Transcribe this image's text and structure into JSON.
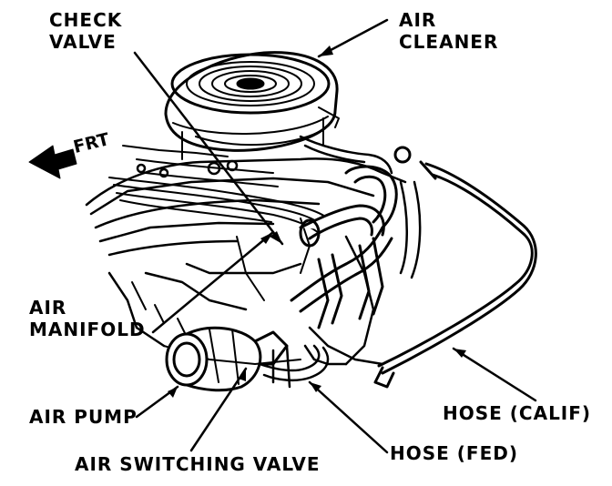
{
  "labels": {
    "check_valve": [
      "CHECK",
      "VALVE"
    ],
    "air_cleaner": [
      "AIR",
      "CLEANER"
    ],
    "front": "FRT",
    "air_manifold": [
      "AIR",
      "MANIFOLD"
    ],
    "air_pump": "AIR PUMP",
    "air_switching_valve": "AIR SWITCHING VALVE",
    "hose_fed": "HOSE (FED)",
    "hose_calif": "HOSE (CALIF)"
  },
  "colors": {
    "ink": "#000000",
    "paper": "#ffffff"
  }
}
